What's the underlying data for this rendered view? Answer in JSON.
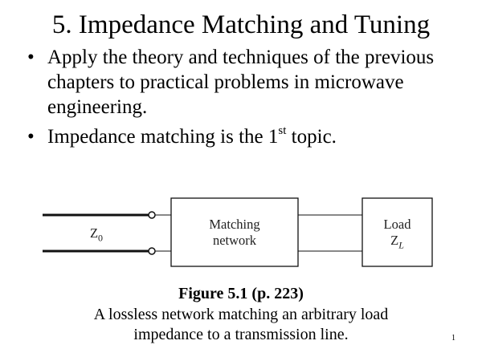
{
  "slide": {
    "title": "5. Impedance Matching and Tuning",
    "bullets": [
      {
        "text": "Apply the theory and techniques of the previous chapters to practical problems in microwave engineering."
      },
      {
        "text_before": "Impedance matching is the 1",
        "superscript": "st",
        "text_after": " topic."
      }
    ],
    "bullet_glyph": "•",
    "page_number": "1"
  },
  "figure": {
    "line_label_main": "Z",
    "line_label_sub": "0",
    "matching_box_line1": "Matching",
    "matching_box_line2": "network",
    "load_box_line1": "Load",
    "load_label_main": "Z",
    "load_label_sub": "L",
    "caption_title": "Figure 5.1  (p. 223)",
    "caption_line1": "A lossless network matching an arbitrary load",
    "caption_line2": "impedance to a transmission line."
  }
}
